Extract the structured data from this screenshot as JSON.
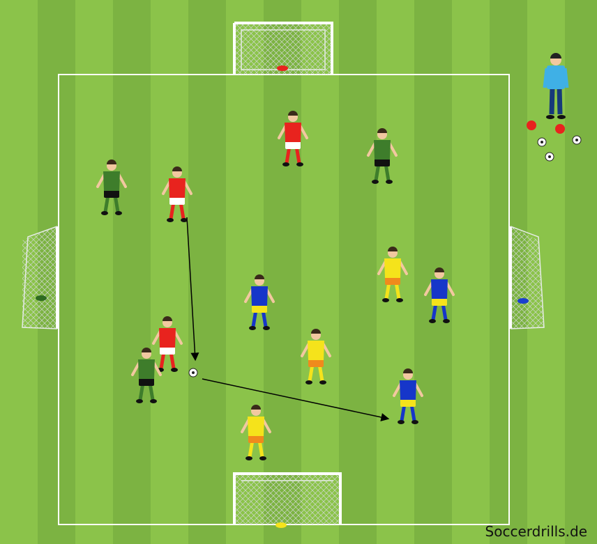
{
  "colors": {
    "grass_light": "#8bc34a",
    "grass_dark": "#7cb342",
    "lines": "#ffffff",
    "team_red": "#e8231e",
    "team_darkgreen": "#3e7d2b",
    "team_yellow": "#f5e31b",
    "team_blue": "#1636c9",
    "coach": "#3fb0e6",
    "cone_red": "#e8231e",
    "cone_yellow": "#f5e31b",
    "cone_blue": "#1a3fd0",
    "cone_green": "#2e6b20"
  },
  "watermark": "Soccerdrills.de",
  "teams": [
    {
      "name": "red",
      "shirt": "#e8231e",
      "shorts": "#ffffff",
      "socks": "#e8231e",
      "count": 3
    },
    {
      "name": "darkgreen",
      "shirt": "#3e7d2b",
      "shorts": "#111111",
      "socks": "#3e7d2b",
      "count": 3
    },
    {
      "name": "yellow",
      "shirt": "#f5e31b",
      "shorts": "#f08a1c",
      "socks": "#f5e31b",
      "count": 3
    },
    {
      "name": "blue",
      "shirt": "#1636c9",
      "shorts": "#f5e31b",
      "socks": "#1636c9",
      "count": 3
    }
  ],
  "goals": [
    "top",
    "bottom",
    "left",
    "right"
  ],
  "coach": {
    "shirt": "#3fb0e6",
    "pants": "#163a7a"
  },
  "spare_balls": 3,
  "arrows": [
    "pass-down",
    "pass-right"
  ]
}
